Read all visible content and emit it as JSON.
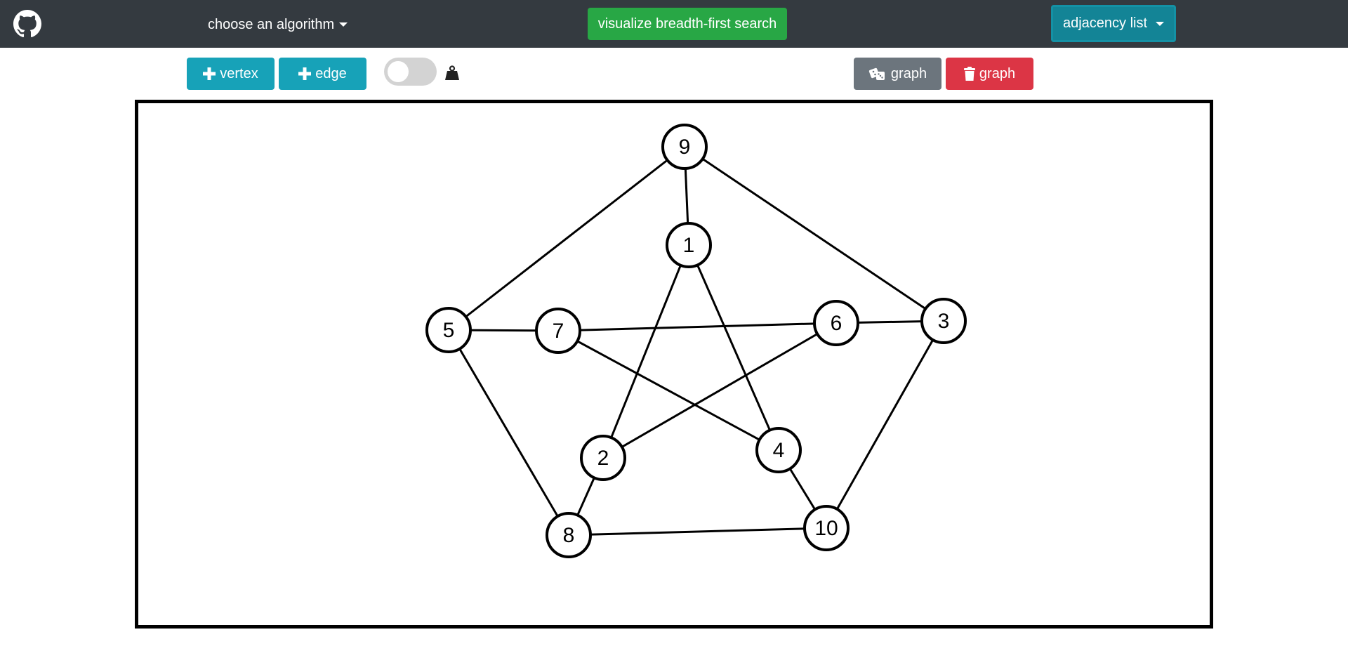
{
  "navbar": {
    "github_icon": "github-icon",
    "algorithm_dropdown_label": "choose an algorithm",
    "visualize_label": "visualize breadth-first search",
    "representation_label": "adjacency list"
  },
  "toolbar": {
    "add_vertex_label": "vertex",
    "add_edge_label": "edge",
    "random_graph_label": "graph",
    "delete_graph_label": "graph",
    "weighted_toggle_on": false,
    "icons": {
      "add_vertex": "plus-icon",
      "add_edge": "plus-icon",
      "random_graph": "dice-icon",
      "delete_graph": "trash-icon",
      "weight": "weight-icon"
    }
  },
  "colors": {
    "navbar": "#343a40",
    "visualize": "#28a745",
    "info": "#17a2b8",
    "secondary": "#6c757d",
    "danger": "#dc3545"
  },
  "graph": {
    "vertices": [
      "1",
      "2",
      "3",
      "4",
      "5",
      "6",
      "7",
      "8",
      "9",
      "10"
    ],
    "edges": [
      [
        "9",
        "1"
      ],
      [
        "9",
        "5"
      ],
      [
        "9",
        "3"
      ],
      [
        "1",
        "2"
      ],
      [
        "1",
        "4"
      ],
      [
        "5",
        "7"
      ],
      [
        "5",
        "8"
      ],
      [
        "7",
        "6"
      ],
      [
        "7",
        "4"
      ],
      [
        "6",
        "3"
      ],
      [
        "6",
        "2"
      ],
      [
        "3",
        "10"
      ],
      [
        "2",
        "8"
      ],
      [
        "4",
        "10"
      ],
      [
        "8",
        "10"
      ]
    ]
  }
}
